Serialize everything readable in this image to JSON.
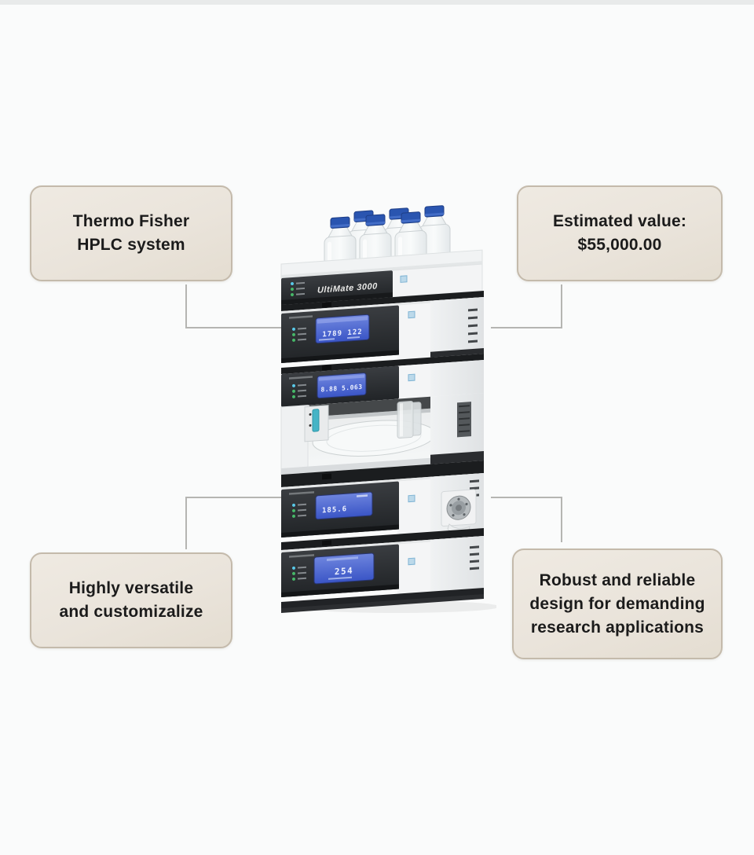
{
  "page": {
    "background": "#fafbfb",
    "top_strip": "#e8eaea"
  },
  "callouts": {
    "top_left": {
      "line1": "Thermo Fisher",
      "line2": "HPLC system"
    },
    "top_right": {
      "line1": "Estimated value:",
      "line2": "$55,000.00"
    },
    "bottom_left": {
      "line1": "Highly versatile",
      "line2": "and customizalize"
    },
    "bottom_right": {
      "line1": "Robust and reliable",
      "line2": "design for demanding",
      "line3": "research applications"
    }
  },
  "style": {
    "callout_fill": "#eae4db",
    "callout_border": "#c4baab",
    "callout_text_color": "#1b1b1b",
    "connector_color": "#b5b5b2",
    "lcd_blue": "#4a63cf",
    "bottle_cap_blue": "#2a55b0"
  },
  "instrument": {
    "brand": "UltiMate 3000",
    "bottle_count": 6,
    "modules": {
      "solvent_rack": {
        "label": "solvent rack"
      },
      "pump": {
        "display": "1789 122"
      },
      "autosampler": {
        "display": "8.88 5.063"
      },
      "column_compartment": {
        "display": "185.6"
      },
      "detector": {
        "display": "254"
      }
    }
  }
}
